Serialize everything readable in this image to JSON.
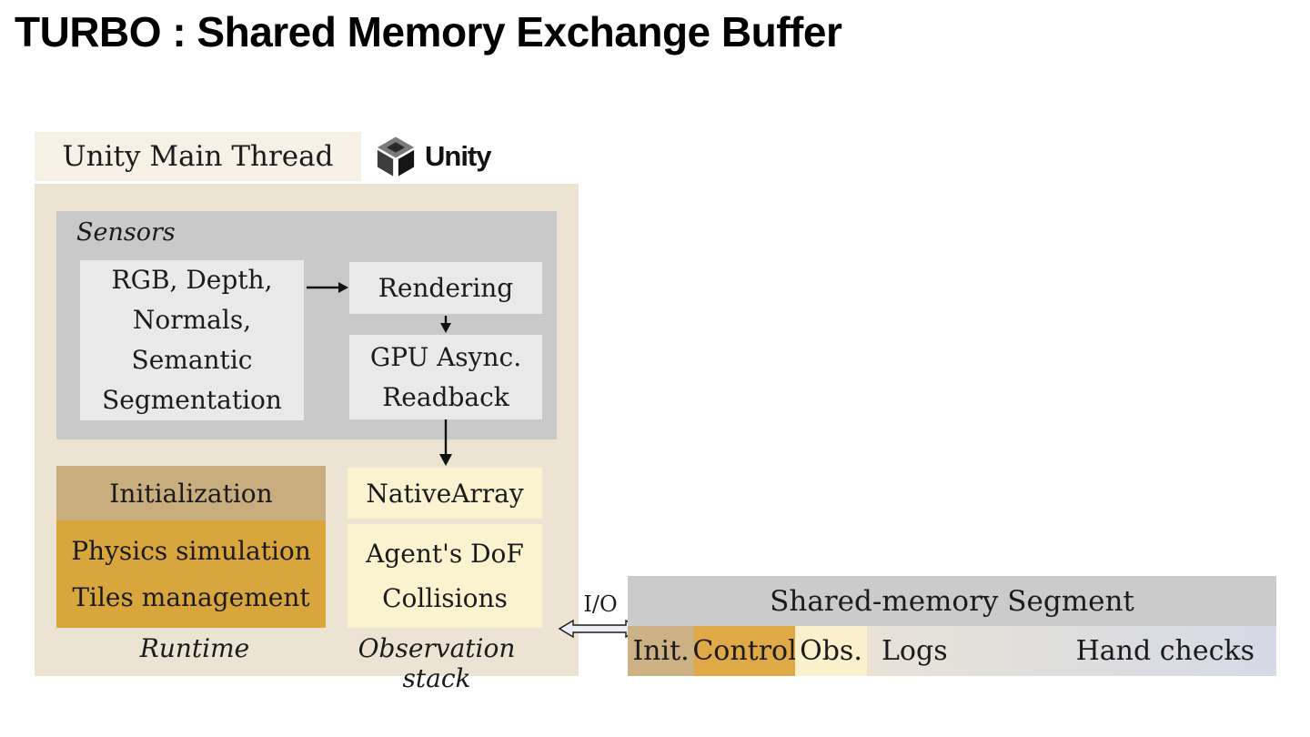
{
  "title": "TURBO : Shared Memory Exchange Buffer",
  "unity_thread": {
    "header": "Unity Main Thread",
    "logo_text": "Unity"
  },
  "sensors": {
    "label": "Sensors",
    "sources": {
      "lines": [
        "RGB, Depth,",
        "Normals,",
        "Semantic",
        "Segmentation"
      ]
    },
    "rendering": "Rendering",
    "gpu_readback": {
      "lines": [
        "GPU Async.",
        "Readback"
      ]
    }
  },
  "runtime": {
    "initialization": "Initialization",
    "physics": "Physics simulation",
    "tiles": "Tiles management",
    "label": "Runtime"
  },
  "observation": {
    "nativearray": "NativeArray",
    "agent_dof": "Agent's DoF",
    "collisions": "Collisions",
    "label": "Observation stack"
  },
  "io": {
    "label": "I/O"
  },
  "shared_memory": {
    "header": "Shared-memory Segment",
    "segments": [
      "Init.",
      "Control",
      "Obs.",
      "Logs",
      "Hand checks"
    ]
  },
  "colors": {
    "outer_box": "#ece3d3",
    "header_tab": "#f6f1e4",
    "sensors_gray": "#c9c9c9",
    "inner_box_gray": "#e9e9e9",
    "init_tan": "#c8ad7e",
    "runtime_gold": "#d9a63d",
    "observation_cream": "#fbf2d0",
    "shared_header_gray": "#cbcbcb",
    "logs_beige": "#e8e3d6",
    "hand_checks_lavender": "#d6dae7",
    "io_arrow_fill": "#eaedf3",
    "text": "#1b1b1b"
  }
}
